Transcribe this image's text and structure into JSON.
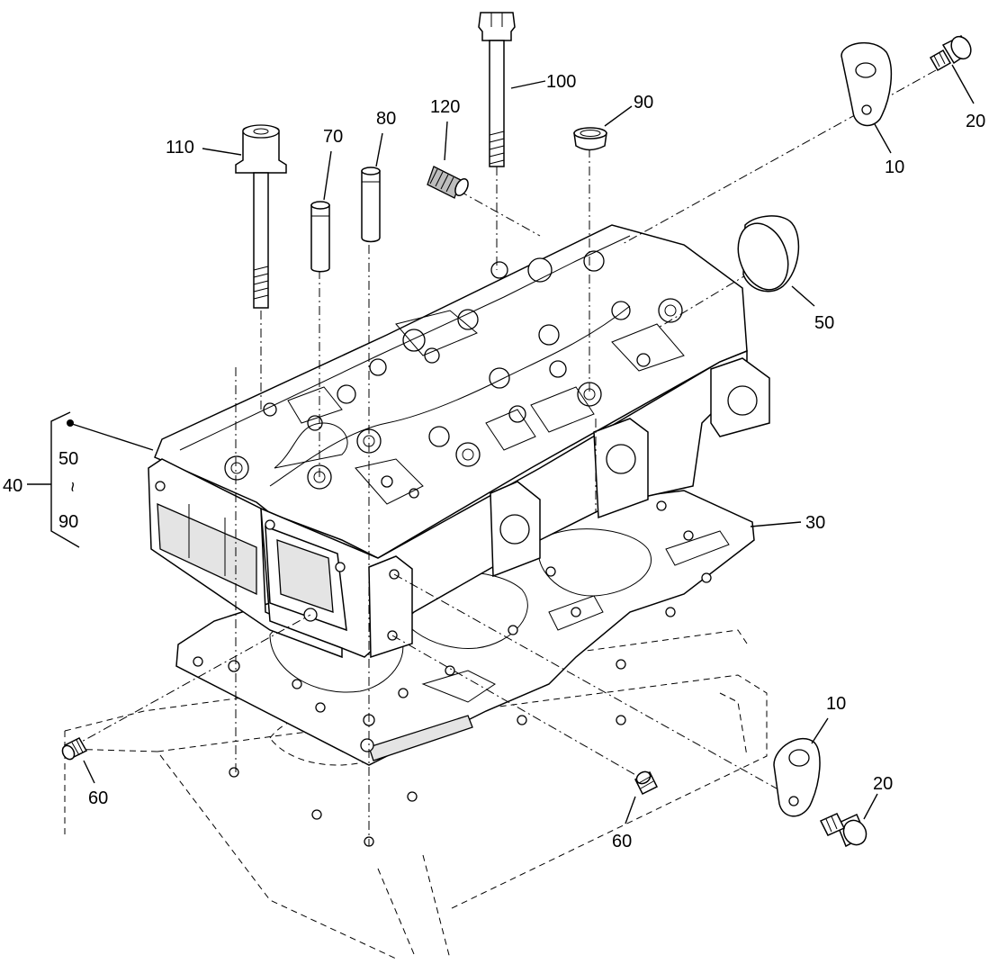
{
  "callouts": {
    "c100": "100",
    "c110": "110",
    "c70": "70",
    "c80": "80",
    "c120": "120",
    "c90": "90",
    "c10_top": "10",
    "c20_top": "20",
    "c50": "50",
    "c40": "40",
    "c40_range_start": "50",
    "c40_range_tilde": "~",
    "c40_range_end": "90",
    "c30": "30",
    "c10_bottom": "10",
    "c20_bottom": "20",
    "c60_left": "60",
    "c60_right": "60"
  }
}
